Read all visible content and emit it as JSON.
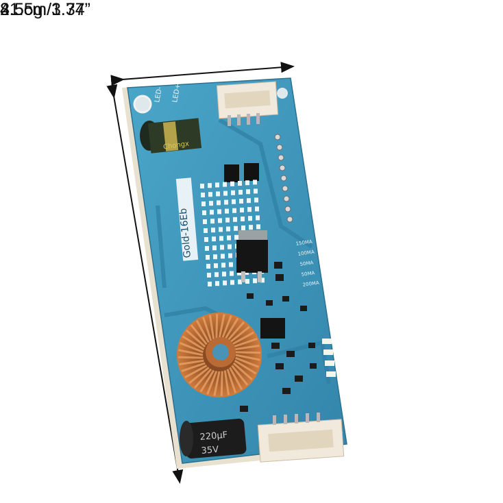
{
  "product": {
    "width_label": "4.5cm/1.77”",
    "height_label": "8.5cm/3.34”",
    "weight_label": "21.5g"
  },
  "board": {
    "model": "Gold-16Eb",
    "capacitor_top_brand": "Chongx",
    "capacitor_bottom_value": "220µF",
    "capacitor_bottom_voltage": "35V",
    "led_minus": "LED-",
    "led_plus": "LED+",
    "current_settings": [
      "150MA",
      "100MA",
      "50MA",
      "50MA",
      "200MA"
    ],
    "colors": {
      "pcb": "#3f98bc",
      "pcb_dark": "#2f7fa2",
      "copper": "#c8743c",
      "connector": "#f1e9dc"
    }
  }
}
